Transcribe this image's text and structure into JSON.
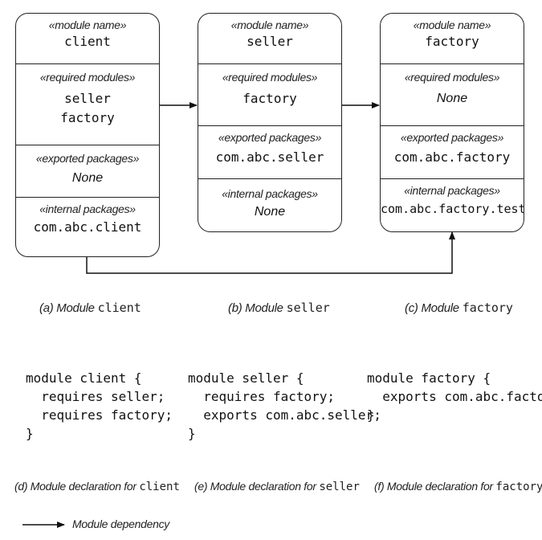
{
  "modules": [
    {
      "id": "client",
      "name_stereotype": "«module name»",
      "name": "client",
      "required_stereotype": "«required modules»",
      "required": [
        "seller",
        "factory"
      ],
      "exported_stereotype": "«exported packages»",
      "exported": "None",
      "internal_stereotype": "«internal packages»",
      "internal": "com.abc.client"
    },
    {
      "id": "seller",
      "name_stereotype": "«module name»",
      "name": "seller",
      "required_stereotype": "«required modules»",
      "required": [
        "factory"
      ],
      "exported_stereotype": "«exported packages»",
      "exported": "com.abc.seller",
      "internal_stereotype": "«internal packages»",
      "internal": "None"
    },
    {
      "id": "factory",
      "name_stereotype": "«module name»",
      "name": "factory",
      "required_stereotype": "«required modules»",
      "required": [
        "None"
      ],
      "exported_stereotype": "«exported packages»",
      "exported": "com.abc.factory",
      "internal_stereotype": "«internal packages»",
      "internal": "com.abc.factory.test"
    }
  ],
  "captions": [
    {
      "prefix": "(a) Module ",
      "code": "client"
    },
    {
      "prefix": "(b) Module ",
      "code": "seller"
    },
    {
      "prefix": "(c) Module ",
      "code": "factory"
    },
    {
      "prefix": "(d) Module declaration for ",
      "code": "client"
    },
    {
      "prefix": "(e) Module declaration for ",
      "code": "seller"
    },
    {
      "prefix": "(f) Module declaration for ",
      "code": "factory"
    }
  ],
  "declarations": [
    [
      "module client {",
      "  requires seller;",
      "  requires factory;",
      "}"
    ],
    [
      "module seller {",
      "  requires factory;",
      "  exports com.abc.seller;",
      "}"
    ],
    [
      "module factory {",
      "  exports com.abc.factory;",
      "}"
    ]
  ],
  "legend": {
    "label": "Module dependency"
  }
}
